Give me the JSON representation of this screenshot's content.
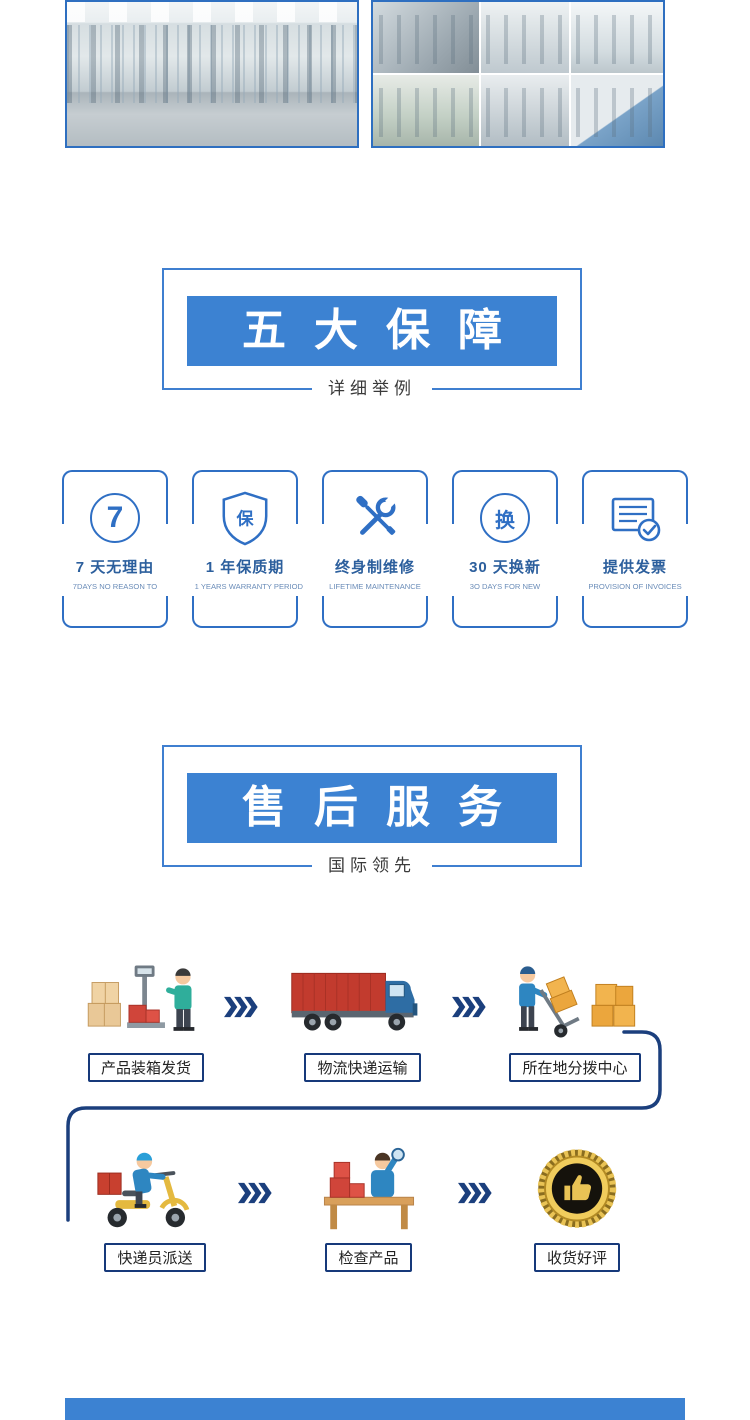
{
  "photos": {
    "left_name": "factory-workshop-photo",
    "right_name": "equipment-collage-photo"
  },
  "banners": {
    "five_guarantees": {
      "title": "五大保障",
      "subtitle": "详细举例"
    },
    "after_sales": {
      "title": "售后服务",
      "subtitle": "国际领先"
    }
  },
  "guarantees": [
    {
      "icon": "number-7-circle-icon",
      "icon_text": "7",
      "title": "7 天无理由",
      "subtitle": "7DAYS NO REASON TO"
    },
    {
      "icon": "shield-bao-icon",
      "icon_text": "保",
      "title": "1 年保质期",
      "subtitle": "1 YEARS WARRANTY PERIOD"
    },
    {
      "icon": "tools-icon",
      "icon_text": "",
      "title": "终身制维修",
      "subtitle": "LIFETIME MAINTENANCE"
    },
    {
      "icon": "exchange-circle-icon",
      "icon_text": "换",
      "title": "30 天换新",
      "subtitle": "3O DAYS FOR NEW"
    },
    {
      "icon": "invoice-check-icon",
      "icon_text": "",
      "title": "提供发票",
      "subtitle": "PROVISION OF INVOICES"
    }
  ],
  "flow": {
    "steps": [
      {
        "label": "产品装箱发货",
        "illustration": "packing-scale"
      },
      {
        "label": "物流快递运输",
        "illustration": "delivery-truck"
      },
      {
        "label": "所在地分拨中心",
        "illustration": "distribution-trolley"
      },
      {
        "label": "快递员派送",
        "illustration": "courier-scooter"
      },
      {
        "label": "检查产品",
        "illustration": "product-inspection"
      },
      {
        "label": "收货好评",
        "illustration": "thumbs-up-medal"
      }
    ]
  },
  "colors": {
    "banner_blue": "#3c82d2",
    "outline_blue": "#2f6fc4",
    "dark_navy": "#1b3f7d",
    "title_blue": "#2c5f9d",
    "truck_red": "#c23b2e",
    "medal_gold": "#e9c355"
  }
}
